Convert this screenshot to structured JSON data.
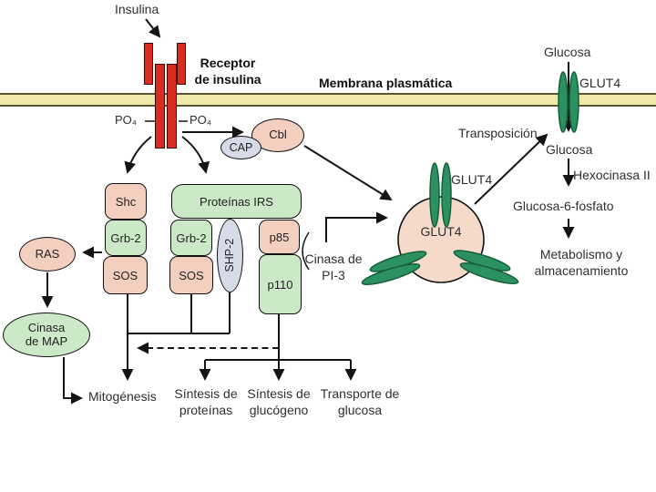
{
  "colors": {
    "box_pink": "#f3cfc0",
    "box_green": "#cbe9c6",
    "ellipse_lavender": "#d7dbe8",
    "receptor_red": "#d92b20",
    "membrane_fill": "#efe9ab",
    "membrane_border": "#5a5430",
    "glut4_fill": "#2c9160",
    "glut4_stroke": "#155f3a",
    "vesicle_fill": "#f5d9c9",
    "line_color": "#141414",
    "label_color": "#2f2f2f",
    "heading_color": "#111111"
  },
  "diagram": {
    "insulin": "Insulina",
    "receptor": {
      "line1": "Receptor",
      "line2": "de insulina"
    },
    "membrane_label": "Membrana plasmática",
    "po4_left": "PO₄",
    "po4_right": "PO₄",
    "cbl": "Cbl",
    "cap": "CAP",
    "boxes": {
      "shc": "Shc",
      "grb2_a": "Grb-2",
      "sos_a": "SOS",
      "irs": "Proteínas IRS",
      "grb2_b": "Grb-2",
      "sos_b": "SOS",
      "shp2": "SHP-2",
      "p85": "p85",
      "p110": "p110"
    },
    "ras": "RAS",
    "map_kinase": {
      "line1": "Cinasa",
      "line2": "de MAP"
    },
    "pi3_kinase": {
      "line1": "Cinasa de",
      "line2": "PI-3"
    },
    "vesicle": {
      "glut4_inner": "GLUT4",
      "glut4_outer": "GLUT4"
    },
    "membrane_glut4": "GLUT4",
    "glucose_top": "Glucosa",
    "transposition": "Transposición",
    "glucose_mid": "Glucosa",
    "hexokinase": "Hexocinasa II",
    "g6p": "Glucosa-6-fosfato",
    "metabolism": {
      "line1": "Metabolismo y",
      "line2": "almacenamiento"
    },
    "outputs": {
      "mitogenesis": "Mitogénesis",
      "protein_synthesis": {
        "line1": "Síntesis de",
        "line2": "proteínas"
      },
      "glycogen_synthesis": {
        "line1": "Síntesis de",
        "line2": "glucógeno"
      },
      "glucose_transport": {
        "line1": "Transporte de",
        "line2": "glucosa"
      }
    }
  }
}
